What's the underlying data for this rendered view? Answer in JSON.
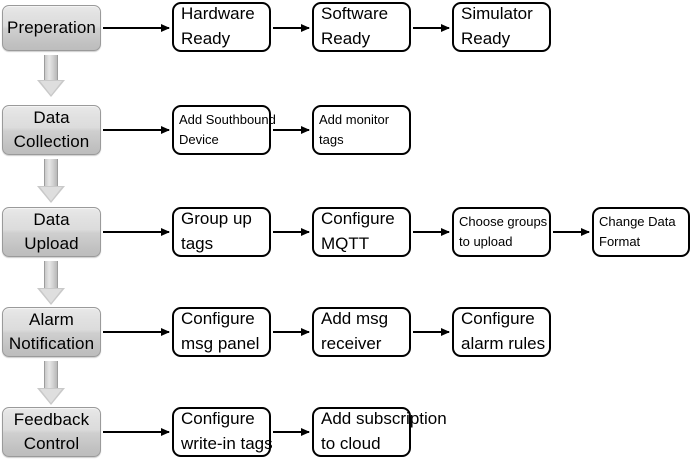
{
  "diagram": {
    "title": "Deployment workflow stages",
    "colors": {
      "stage_fill": "#d4d4d4",
      "stage_border": "#9a9a9a",
      "step_border": "#000000",
      "step_fill": "#ffffff",
      "arrow_line": "#000000",
      "block_arrow": "#c9c9c9",
      "background": "#ffffff"
    },
    "stages": [
      {
        "id": "preparation",
        "label_lines": [
          "Preperation"
        ],
        "steps": [
          {
            "id": "hardware-ready",
            "label_lines": [
              "Hardware",
              "Ready"
            ],
            "size": "normal"
          },
          {
            "id": "software-ready",
            "label_lines": [
              "Software",
              "Ready"
            ],
            "size": "normal"
          },
          {
            "id": "simulator-ready",
            "label_lines": [
              "Simulator",
              "Ready"
            ],
            "size": "normal"
          }
        ]
      },
      {
        "id": "data-collection",
        "label_lines": [
          "Data",
          "Collection"
        ],
        "steps": [
          {
            "id": "add-southbound-device",
            "label_lines": [
              "Add Southbound",
              "Device"
            ],
            "size": "small"
          },
          {
            "id": "add-monitor-tags",
            "label_lines": [
              "Add monitor",
              "tags"
            ],
            "size": "small"
          }
        ]
      },
      {
        "id": "data-upload",
        "label_lines": [
          "Data",
          "Upload"
        ],
        "steps": [
          {
            "id": "group-up-tags",
            "label_lines": [
              "Group up",
              "tags"
            ],
            "size": "normal"
          },
          {
            "id": "configure-mqtt",
            "label_lines": [
              "Configure",
              "MQTT"
            ],
            "size": "normal"
          },
          {
            "id": "choose-groups",
            "label_lines": [
              "Choose groups",
              "to upload"
            ],
            "size": "small"
          },
          {
            "id": "change-data-format",
            "label_lines": [
              "Change Data",
              "Format"
            ],
            "size": "small"
          }
        ]
      },
      {
        "id": "alarm-notification",
        "label_lines": [
          "Alarm",
          "Notification"
        ],
        "steps": [
          {
            "id": "configure-msg-panel",
            "label_lines": [
              "Configure",
              "msg panel"
            ],
            "size": "normal"
          },
          {
            "id": "add-msg-receiver",
            "label_lines": [
              "Add msg",
              "receiver"
            ],
            "size": "normal"
          },
          {
            "id": "configure-alarm-rules",
            "label_lines": [
              "Configure",
              "alarm rules"
            ],
            "size": "normal"
          }
        ]
      },
      {
        "id": "feedback-control",
        "label_lines": [
          "Feedback",
          "Control"
        ],
        "steps": [
          {
            "id": "configure-write-in-tags",
            "label_lines": [
              "Configure",
              "write-in tags"
            ],
            "size": "normal"
          },
          {
            "id": "add-subscription",
            "label_lines": [
              "Add subscription",
              "to cloud"
            ],
            "size": "normal"
          }
        ]
      }
    ]
  }
}
